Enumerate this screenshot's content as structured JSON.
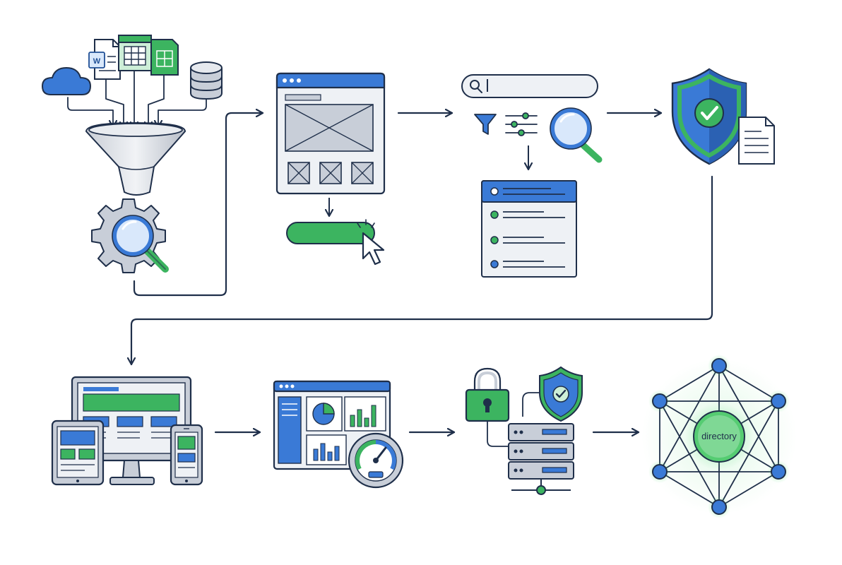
{
  "diagram": {
    "hub_label": "directory",
    "doc_icon_letter": "W",
    "colors": {
      "navy": "#1f2f4a",
      "blue": "#3a7ad6",
      "light_blue": "#d9e8fb",
      "green": "#3cb460",
      "light_green": "#cdeed7",
      "grey": "#c8ced8",
      "panel": "#eef1f5"
    },
    "steps": [
      {
        "name": "data-aggregation",
        "icons": [
          "cloud-icon",
          "word-doc-icon",
          "spreadsheet-icon",
          "database-icon",
          "funnel-icon",
          "gear-search-icon"
        ]
      },
      {
        "name": "wireframe-design",
        "icons": [
          "browser-wireframe-icon",
          "cta-button-icon",
          "cursor-icon"
        ]
      },
      {
        "name": "search-and-filter",
        "icons": [
          "search-bar-icon",
          "filter-icon",
          "sliders-icon",
          "magnifier-icon",
          "result-list-icon"
        ]
      },
      {
        "name": "verification",
        "icons": [
          "shield-check-icon",
          "document-icon"
        ]
      },
      {
        "name": "responsive-devices",
        "icons": [
          "monitor-icon",
          "tablet-icon",
          "phone-icon"
        ]
      },
      {
        "name": "analytics-dashboard",
        "icons": [
          "dashboard-icon",
          "gauge-icon"
        ]
      },
      {
        "name": "secure-hosting",
        "icons": [
          "padlock-icon",
          "server-stack-icon",
          "shield-check-icon"
        ]
      },
      {
        "name": "network-hub",
        "icons": [
          "network-node-icon"
        ]
      }
    ]
  }
}
